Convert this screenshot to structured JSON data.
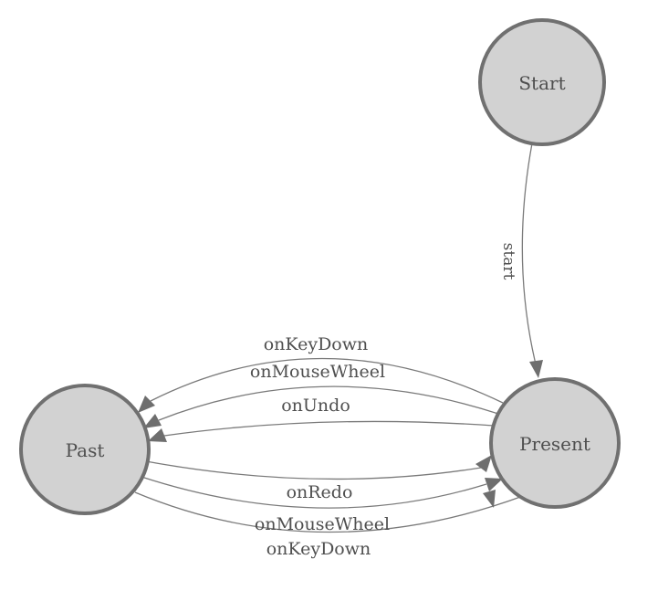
{
  "colors": {
    "background": "#ffffff",
    "node-fill": "#d2d2d2",
    "node-stroke": "#707070",
    "edge-stroke": "#7a7a7a",
    "arrow-fill": "#6e6e6e",
    "label-color": "#4f4f4f"
  },
  "diagram": {
    "type": "state-machine-graph",
    "nodes": [
      {
        "id": "start",
        "label": "Start"
      },
      {
        "id": "present",
        "label": "Present"
      },
      {
        "id": "past",
        "label": "Past"
      }
    ],
    "edges": [
      {
        "from": "Start",
        "to": "Present",
        "label": "start"
      },
      {
        "from": "Present",
        "to": "Past",
        "label": "onKeyDown"
      },
      {
        "from": "Present",
        "to": "Past",
        "label": "onMouseWheel"
      },
      {
        "from": "Present",
        "to": "Past",
        "label": "onUndo"
      },
      {
        "from": "Past",
        "to": "Present",
        "label": "onRedo"
      },
      {
        "from": "Past",
        "to": "Present",
        "label": "onMouseWheel"
      },
      {
        "from": "Past",
        "to": "Present",
        "label": "onKeyDown"
      }
    ]
  }
}
